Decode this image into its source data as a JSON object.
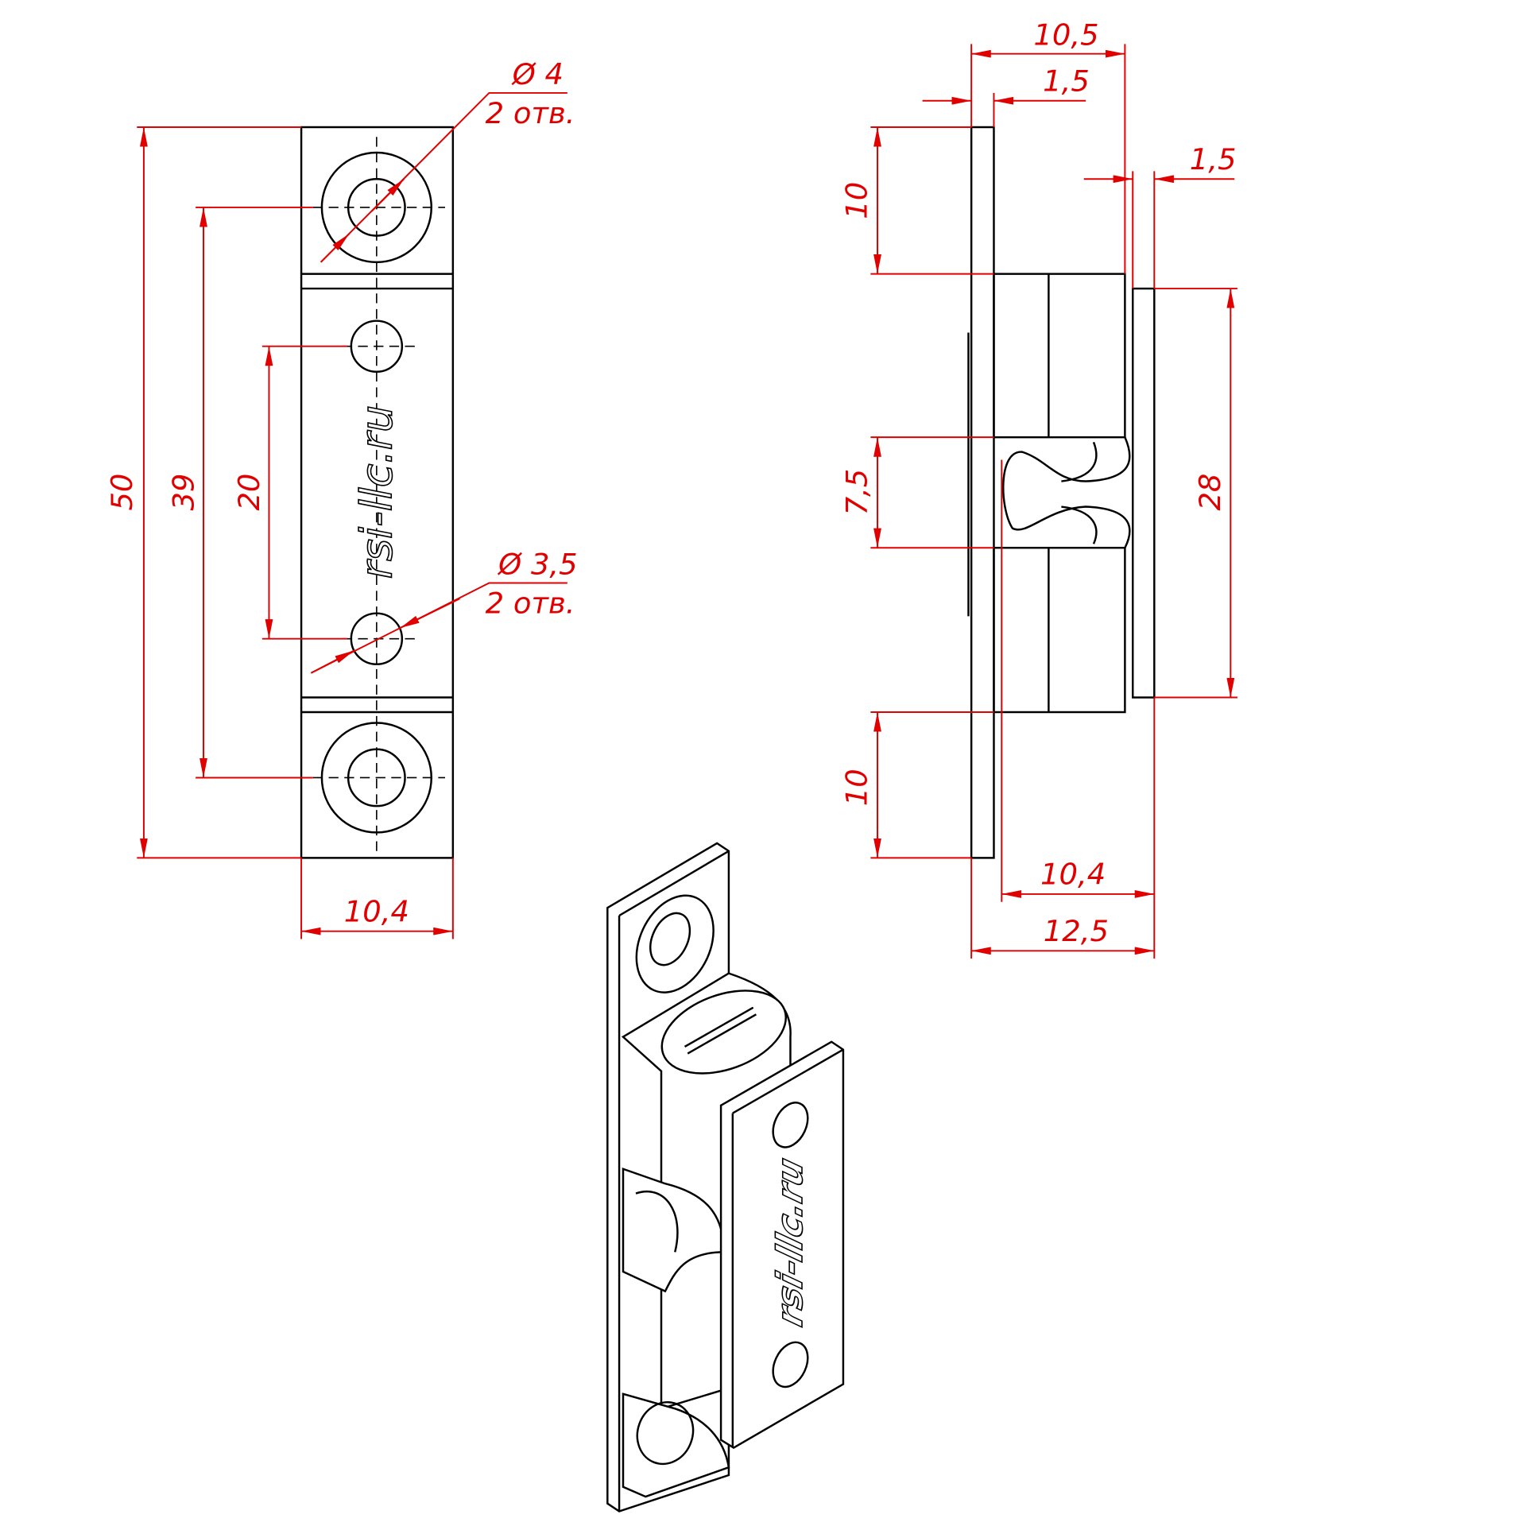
{
  "brand_engraving": "rsi-llc.ru",
  "front_view": {
    "hole_large": {
      "diameter": "Ø 4",
      "count": "2 отв."
    },
    "hole_small": {
      "diameter": "Ø 3,5",
      "count": "2 отв."
    },
    "dim_overall_height": "50",
    "dim_large_hole_spacing": "39",
    "dim_small_hole_spacing": "20",
    "dim_width": "10,4"
  },
  "side_view": {
    "dim_top_depth": "10,5",
    "dim_plate_thickness": "1,5",
    "dim_striker_thickness": "1,5",
    "dim_top_plate": "10",
    "dim_gap": "7,5",
    "dim_bottom_plate": "10",
    "dim_striker_height": "28",
    "dim_inner_depth": "10,4",
    "dim_total_depth": "12,5"
  },
  "colors": {
    "dimension": "#e00000",
    "outline": "#000000"
  }
}
